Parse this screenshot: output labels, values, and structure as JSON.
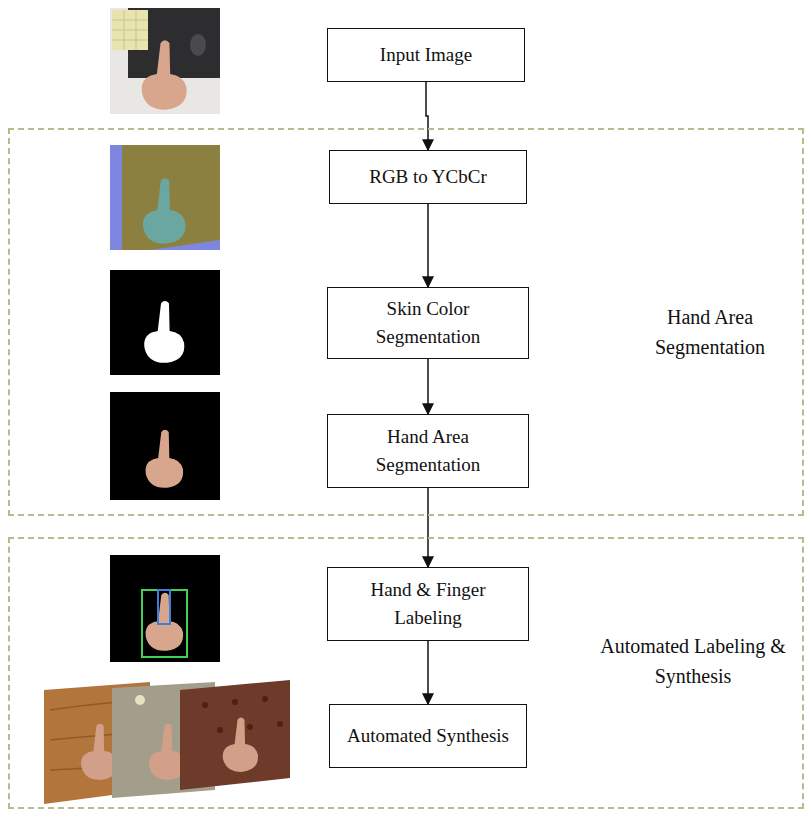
{
  "diagram": {
    "nodes": [
      {
        "text": [
          "Input Image"
        ]
      },
      {
        "text": [
          "Hand Area Segmentation"
        ]
      },
      {
        "text": [
          "RGB to YCbCr"
        ],
        "in": 1
      },
      {
        "text": [
          "Skin Color Segmentation"
        ],
        "in": 1
      },
      {
        "text": [
          "Hand Area Segmentation"
        ],
        "in": 1
      },
      {
        "text": [
          "Automated Labeling & Synthesis"
        ]
      },
      {
        "text": [
          "Hand & Finger Labeling"
        ],
        "in": 5
      },
      {
        "text": [
          "Automated Synthesis"
        ],
        "in": 5
      }
    ],
    "edges": [
      {
        "from": 0,
        "to": 2,
        "arrow": "to"
      },
      {
        "from": 2,
        "to": 3,
        "arrow": "to"
      },
      {
        "from": 3,
        "to": 4,
        "arrow": "to"
      },
      {
        "from": 4,
        "to": 6,
        "arrow": "to"
      },
      {
        "from": 6,
        "to": 7,
        "arrow": "to"
      }
    ]
  }
}
